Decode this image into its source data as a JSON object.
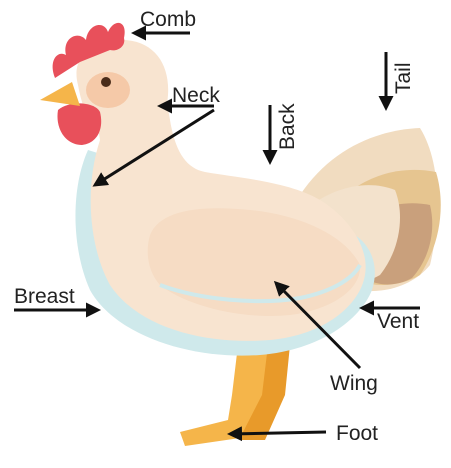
{
  "labels": {
    "comb": "Comb",
    "neck": "Neck",
    "back": "Back",
    "tail": "Tail",
    "breast": "Breast",
    "vent": "Vent",
    "wing": "Wing",
    "foot": "Foot"
  },
  "colors": {
    "body": "#f8e4d0",
    "body_shadow": "#cfe9eb",
    "comb": "#e8505b",
    "beak": "#f5b54a",
    "cheek": "#f5c9a8",
    "tail_light": "#f1dcc0",
    "tail_mid": "#e6c590",
    "tail_dark": "#c9a07c",
    "leg": "#f5b54a",
    "leg_dark": "#e89a2a",
    "arrow": "#111111"
  }
}
